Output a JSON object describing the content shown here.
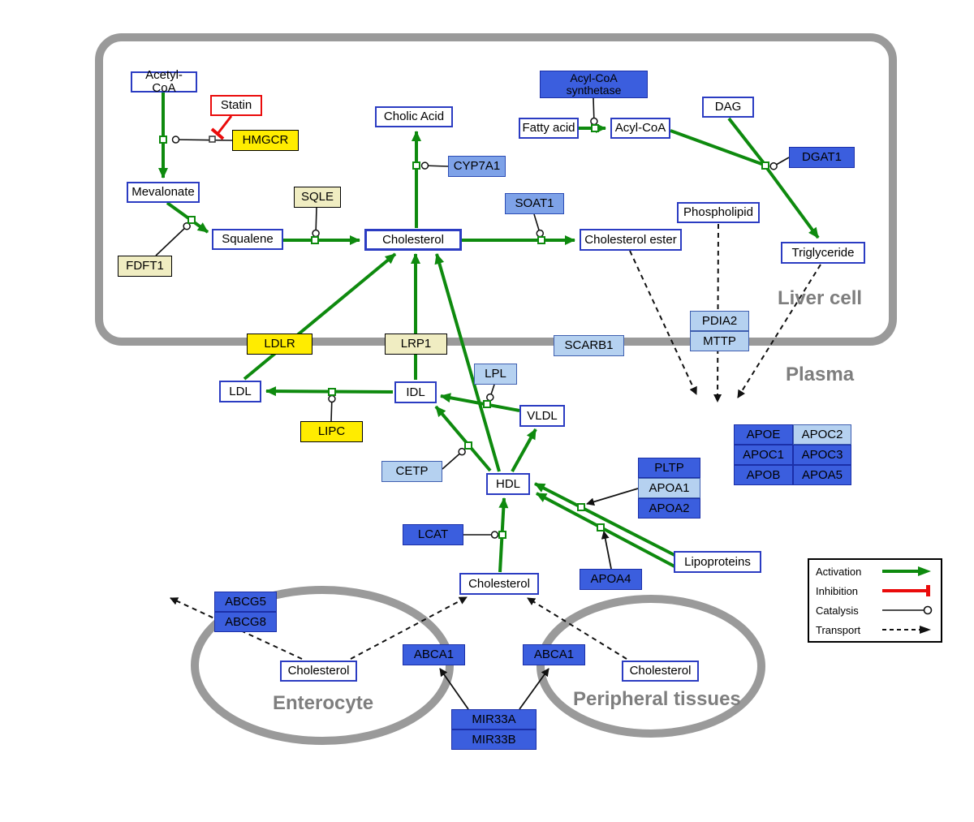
{
  "compartments": {
    "liver_cell": {
      "label": "Liver cell"
    },
    "plasma": {
      "label": "Plasma"
    },
    "enterocyte": {
      "label": "Enterocyte"
    },
    "peripheral_tissues": {
      "label": "Peripheral tissues"
    }
  },
  "nodes": {
    "acetyl_coa": {
      "label": "Acetyl-CoA",
      "type": "metabolite"
    },
    "statin": {
      "label": "Statin",
      "type": "drug"
    },
    "hmgcr": {
      "label": "HMGCR",
      "type": "gene"
    },
    "mevalonate": {
      "label": "Mevalonate",
      "type": "metabolite"
    },
    "sqle": {
      "label": "SQLE",
      "type": "gene"
    },
    "fdft1": {
      "label": "FDFT1",
      "type": "gene"
    },
    "squalene": {
      "label": "Squalene",
      "type": "metabolite"
    },
    "cholesterol_liver": {
      "label": "Cholesterol",
      "type": "metabolite"
    },
    "cholic_acid": {
      "label": "Cholic Acid",
      "type": "metabolite"
    },
    "cyp7a1": {
      "label": "CYP7A1",
      "type": "gene"
    },
    "soat1": {
      "label": "SOAT1",
      "type": "gene"
    },
    "cholesterol_ester": {
      "label": "Cholesterol ester",
      "type": "metabolite"
    },
    "acyl_coa_synthetase": {
      "label": "Acyl-CoA synthetase",
      "type": "gene"
    },
    "fatty_acid": {
      "label": "Fatty acid",
      "type": "metabolite"
    },
    "acyl_coa": {
      "label": "Acyl-CoA",
      "type": "metabolite"
    },
    "dag": {
      "label": "DAG",
      "type": "metabolite"
    },
    "dgat1": {
      "label": "DGAT1",
      "type": "gene"
    },
    "phospholipid": {
      "label": "Phospholipid",
      "type": "metabolite"
    },
    "triglyceride": {
      "label": "Triglyceride",
      "type": "metabolite"
    },
    "pdia2": {
      "label": "PDIA2",
      "type": "gene"
    },
    "mttp": {
      "label": "MTTP",
      "type": "gene"
    },
    "ldlr": {
      "label": "LDLR",
      "type": "gene"
    },
    "lrp1": {
      "label": "LRP1",
      "type": "gene"
    },
    "scarb1": {
      "label": "SCARB1",
      "type": "gene"
    },
    "ldl": {
      "label": "LDL",
      "type": "metabolite"
    },
    "idl": {
      "label": "IDL",
      "type": "metabolite"
    },
    "lpl": {
      "label": "LPL",
      "type": "gene"
    },
    "vldl": {
      "label": "VLDL",
      "type": "metabolite"
    },
    "lipc": {
      "label": "LIPC",
      "type": "gene"
    },
    "cetp": {
      "label": "CETP",
      "type": "gene"
    },
    "hdl": {
      "label": "HDL",
      "type": "metabolite"
    },
    "pltp": {
      "label": "PLTP",
      "type": "gene"
    },
    "apoa1": {
      "label": "APOA1",
      "type": "gene"
    },
    "apoa2": {
      "label": "APOA2",
      "type": "gene"
    },
    "apoe": {
      "label": "APOE",
      "type": "gene"
    },
    "apoc2": {
      "label": "APOC2",
      "type": "gene"
    },
    "apoc1": {
      "label": "APOC1",
      "type": "gene"
    },
    "apoc3": {
      "label": "APOC3",
      "type": "gene"
    },
    "apob": {
      "label": "APOB",
      "type": "gene"
    },
    "apoa5": {
      "label": "APOA5",
      "type": "gene"
    },
    "lcat": {
      "label": "LCAT",
      "type": "gene"
    },
    "cholesterol_plasma": {
      "label": "Cholesterol",
      "type": "metabolite"
    },
    "apoa4": {
      "label": "APOA4",
      "type": "gene"
    },
    "lipoproteins": {
      "label": "Lipoproteins",
      "type": "metabolite"
    },
    "abcg5": {
      "label": "ABCG5",
      "type": "gene"
    },
    "abcg8": {
      "label": "ABCG8",
      "type": "gene"
    },
    "cholesterol_enterocyte": {
      "label": "Cholesterol",
      "type": "metabolite"
    },
    "abca1_enterocyte": {
      "label": "ABCA1",
      "type": "gene"
    },
    "abca1_peripheral": {
      "label": "ABCA1",
      "type": "gene"
    },
    "cholesterol_peripheral": {
      "label": "Cholesterol",
      "type": "metabolite"
    },
    "mir33a": {
      "label": "MIR33A",
      "type": "gene"
    },
    "mir33b": {
      "label": "MIR33B",
      "type": "gene"
    }
  },
  "legend": {
    "items": [
      {
        "label": "Activation",
        "symbol": "green-arrow"
      },
      {
        "label": "Inhibition",
        "symbol": "red-tbar"
      },
      {
        "label": "Catalysis",
        "symbol": "line-open-circle"
      },
      {
        "label": "Transport",
        "symbol": "dashed-arrow"
      }
    ]
  },
  "colors": {
    "activation": "#0e8a0e",
    "inhibition": "#ea0b0b",
    "membrane": "#9a9a9a",
    "gene_blue": "#3b5ede",
    "gene_midblue": "#7ea2e8",
    "gene_lightblue": "#b5d1f0",
    "gene_yellow": "#ffec00",
    "gene_paleyellow": "#f0edc2",
    "metabolite_border": "#2b3cc2"
  }
}
